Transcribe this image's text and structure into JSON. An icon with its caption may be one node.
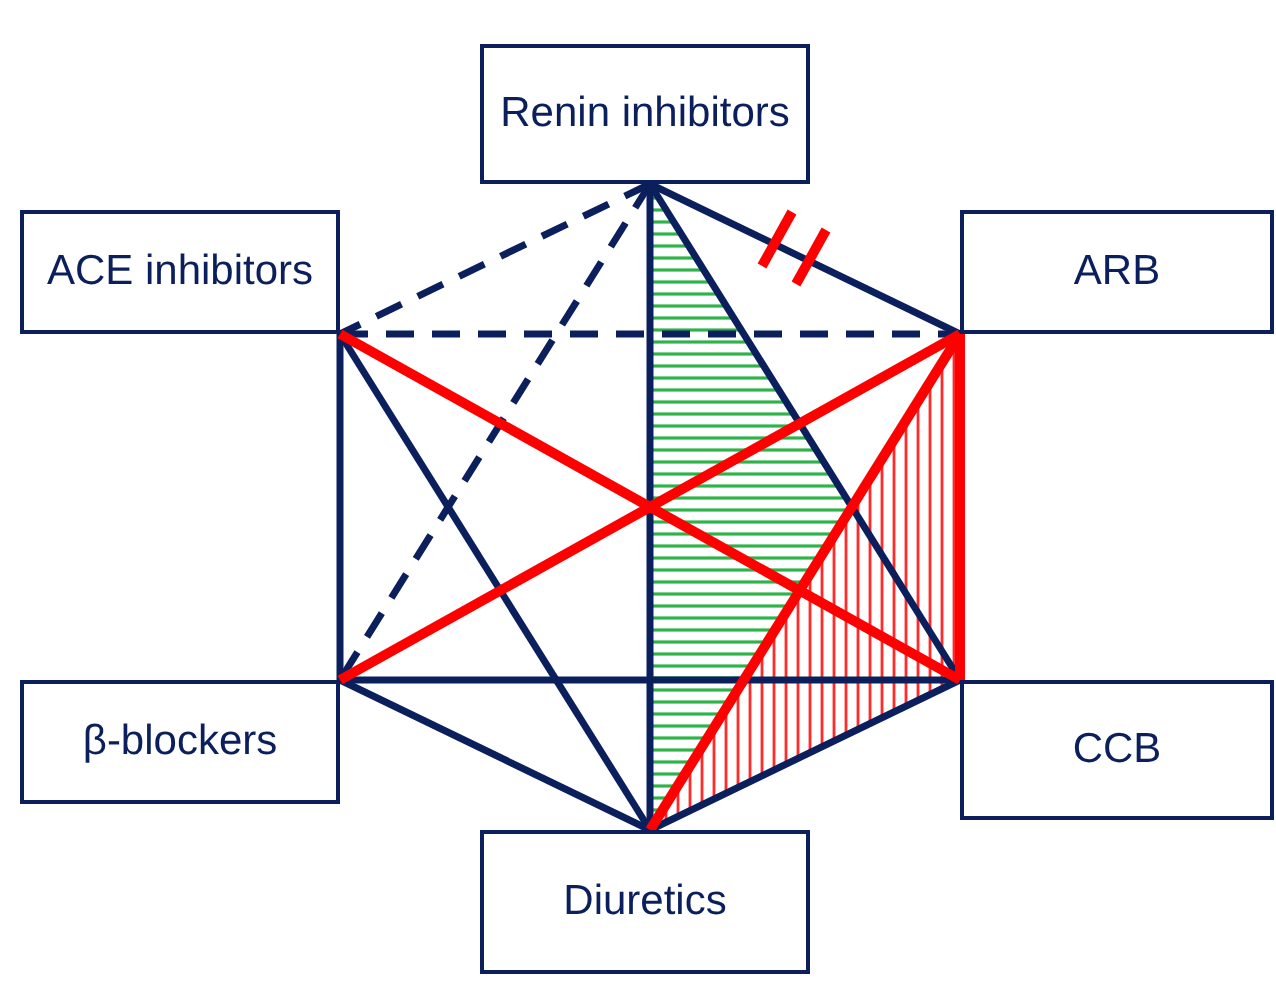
{
  "diagram": {
    "nodes": [
      {
        "text": [
          "Renin inhibitors"
        ]
      },
      {
        "text": [
          "ACE inhibitors"
        ]
      },
      {
        "text": [
          "ARB"
        ]
      },
      {
        "text": [
          "β-blockers"
        ]
      },
      {
        "text": [
          "CCB"
        ]
      },
      {
        "text": [
          "Diuretics"
        ]
      }
    ],
    "edges": [
      {
        "from": 0,
        "to": 1,
        "arrow": "none",
        "style": "dashed"
      },
      {
        "from": 0,
        "to": 3,
        "arrow": "none",
        "style": "dashed"
      },
      {
        "from": 1,
        "to": 2,
        "arrow": "none",
        "style": "dashed"
      },
      {
        "from": 0,
        "to": 2,
        "arrow": "none"
      },
      {
        "from": 0,
        "to": 5,
        "arrow": "none"
      },
      {
        "from": 0,
        "to": 4,
        "arrow": "none"
      },
      {
        "from": 1,
        "to": 3,
        "arrow": "none"
      },
      {
        "from": 1,
        "to": 5,
        "arrow": "none"
      },
      {
        "from": 1,
        "to": 4,
        "arrow": "none",
        "color": "#ff0000"
      },
      {
        "from": 3,
        "to": 2,
        "arrow": "none",
        "color": "#ff0000"
      },
      {
        "from": 3,
        "to": 4,
        "arrow": "none"
      },
      {
        "from": 3,
        "to": 5,
        "arrow": "none"
      },
      {
        "from": 5,
        "to": 4,
        "arrow": "none"
      },
      {
        "from": 5,
        "to": 2,
        "arrow": "none",
        "color": "#ff0000"
      },
      {
        "from": 2,
        "to": 4,
        "arrow": "none",
        "color": "#ff0000"
      }
    ]
  }
}
